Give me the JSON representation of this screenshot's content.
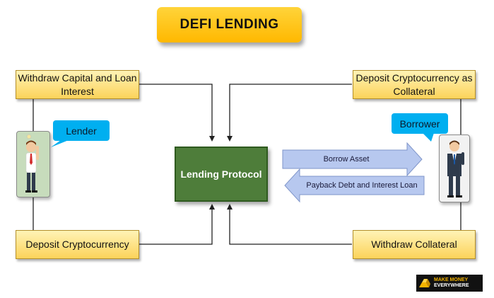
{
  "title": "DEFI LENDING",
  "boxes": {
    "withdraw_capital": "Withdraw Capital and Loan Interest",
    "deposit_collateral": "Deposit Cryptocurrency as Collateral",
    "deposit_crypto": "Deposit Cryptocurrency",
    "withdraw_collateral": "Withdraw Collateral"
  },
  "protocol": "Lending Protocol",
  "actors": {
    "lender": "Lender",
    "borrower": "Borrower"
  },
  "arrows": {
    "borrow": "Borrow Asset",
    "payback": "Payback Debt and Interest Loan"
  },
  "logo": {
    "line1": "MAKE MONEY",
    "line2": "EVERYWHERE"
  },
  "colors": {
    "protocol": "#4e7d3a",
    "box": "#fcd35a",
    "bubble": "#00aff0",
    "arrow": "#b7c8ef"
  }
}
